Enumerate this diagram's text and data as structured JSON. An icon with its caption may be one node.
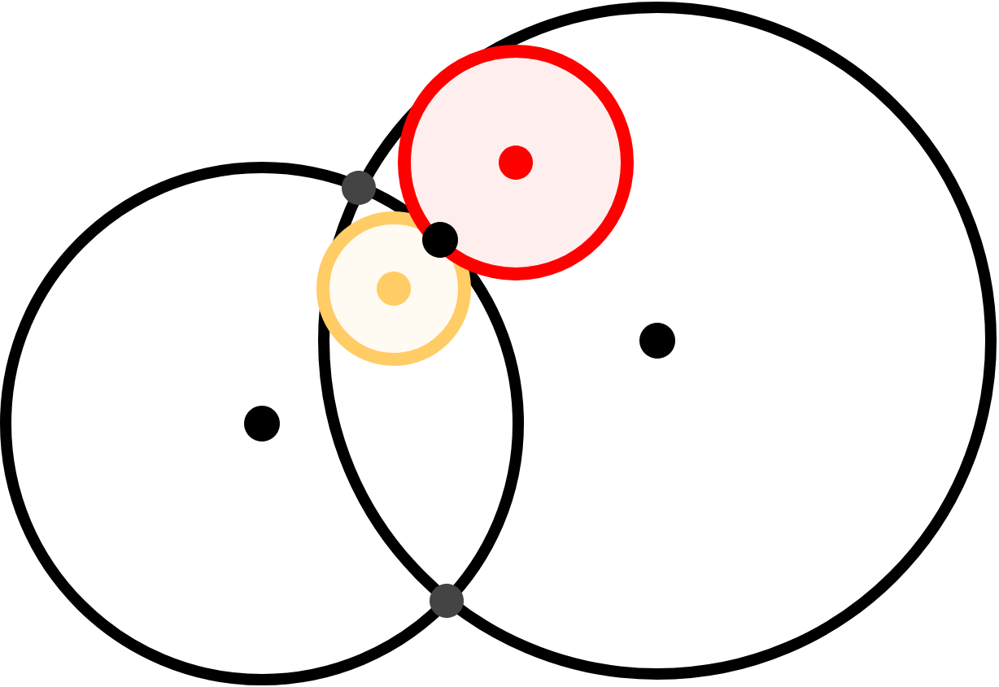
{
  "diagram": {
    "nodes": [
      {
        "text": [],
        "shape": "circle"
      },
      {
        "text": [],
        "shape": "circle"
      },
      {
        "text": [],
        "shape": "circle"
      },
      {
        "text": [],
        "shape": "circle",
        "in": 1
      }
    ]
  }
}
